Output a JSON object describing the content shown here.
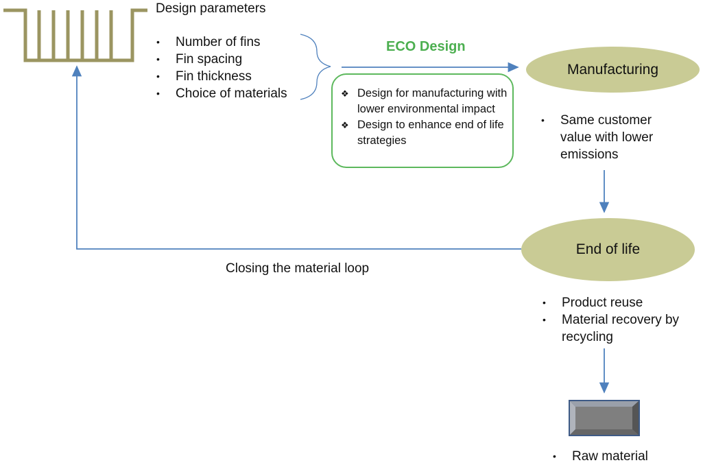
{
  "design_parameters": {
    "title": "Design parameters",
    "items": [
      "Number of fins",
      "Fin spacing",
      "Fin thickness",
      "Choice of materials"
    ]
  },
  "eco_design": {
    "title": "ECO Design",
    "items": [
      "Design for manufacturing with lower environmental impact",
      "Design to enhance end of life strategies"
    ]
  },
  "manufacturing": {
    "label": "Manufacturing",
    "items": [
      "Same customer value with lower emissions"
    ]
  },
  "end_of_life": {
    "label": "End of life",
    "items": [
      "Product reuse",
      "Material recovery by recycling"
    ]
  },
  "loop_label": "Closing the material loop",
  "raw_material": {
    "items": [
      "Raw material"
    ]
  },
  "colors": {
    "heatsink": "#9b9561",
    "ellipse": "#c9cb95",
    "arrow": "#4f81bd",
    "eco": "#4caf50"
  }
}
